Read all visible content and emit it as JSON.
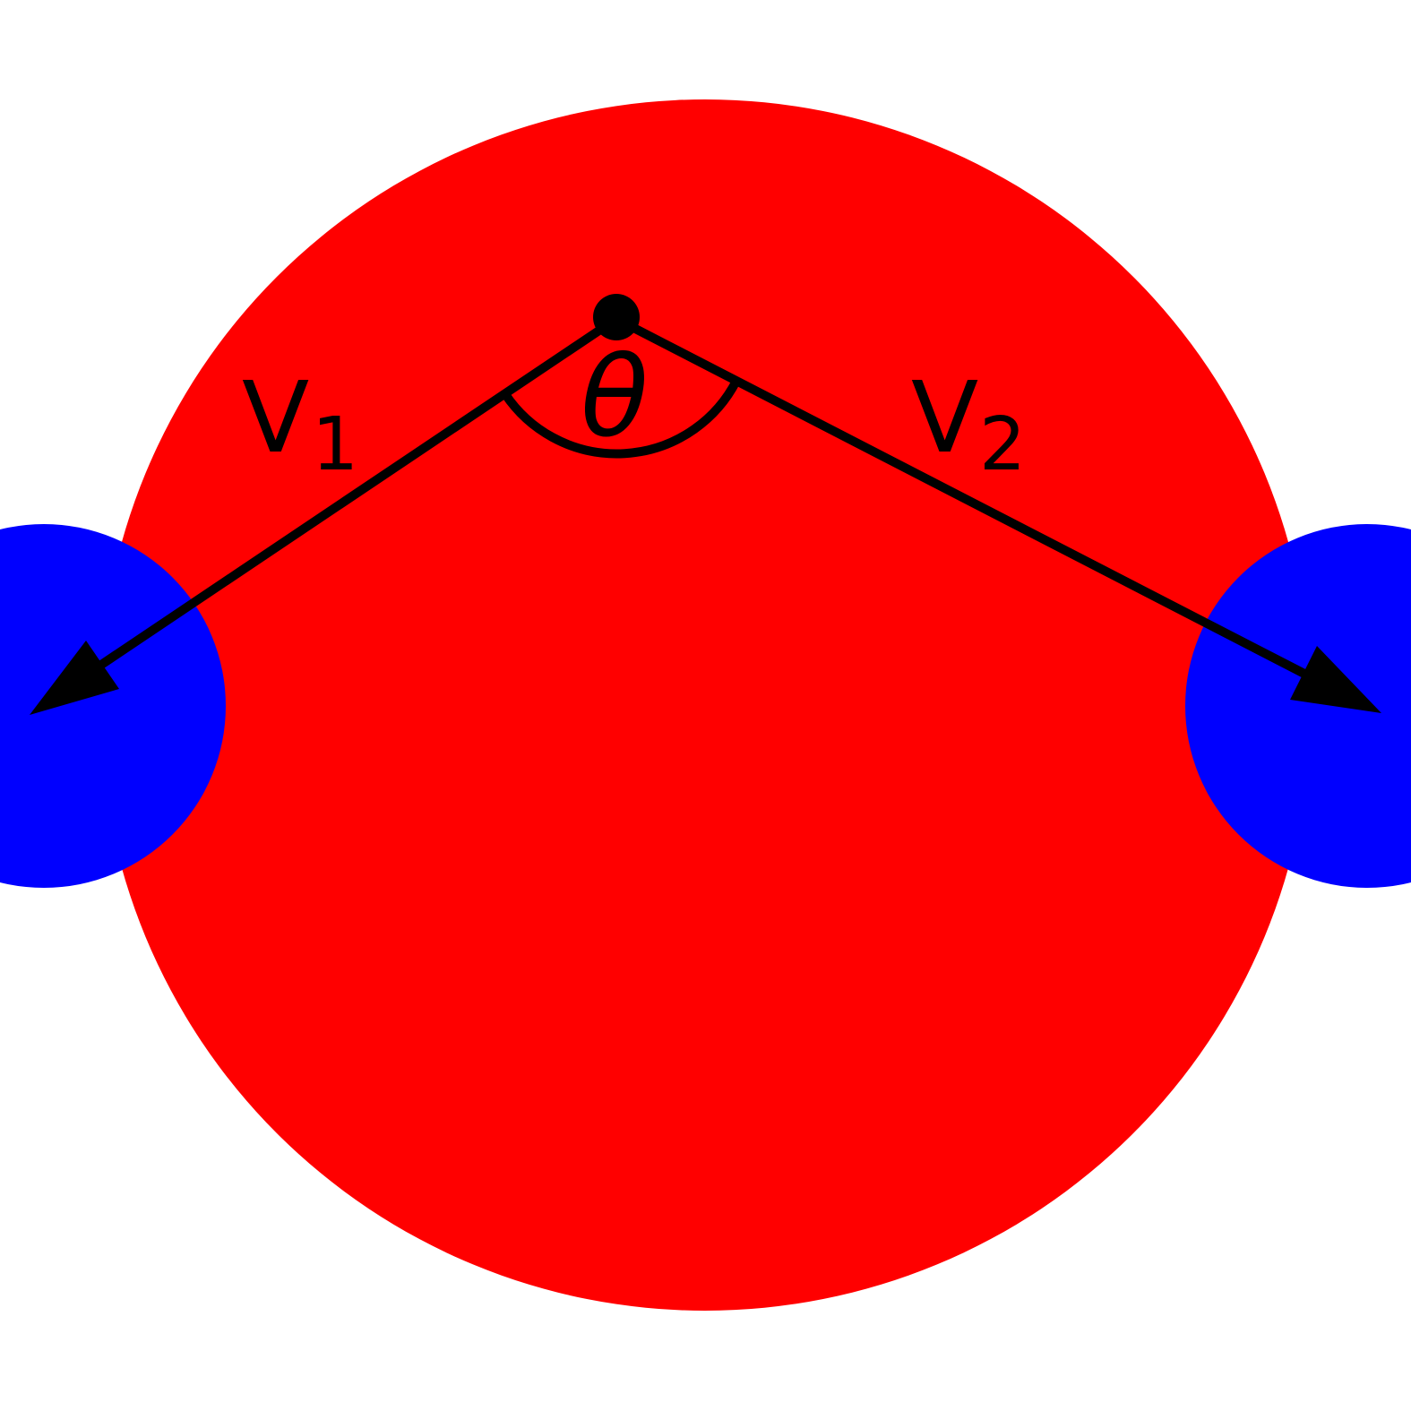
{
  "labels": {
    "v1_main": "V",
    "v1_sub": "1",
    "v2_main": "V",
    "v2_sub": "2",
    "angle": "θ"
  },
  "colors": {
    "background": "#ffffff",
    "large_atom": "#ff0000",
    "small_atoms": "#0000ff",
    "vectors": "#000000"
  }
}
